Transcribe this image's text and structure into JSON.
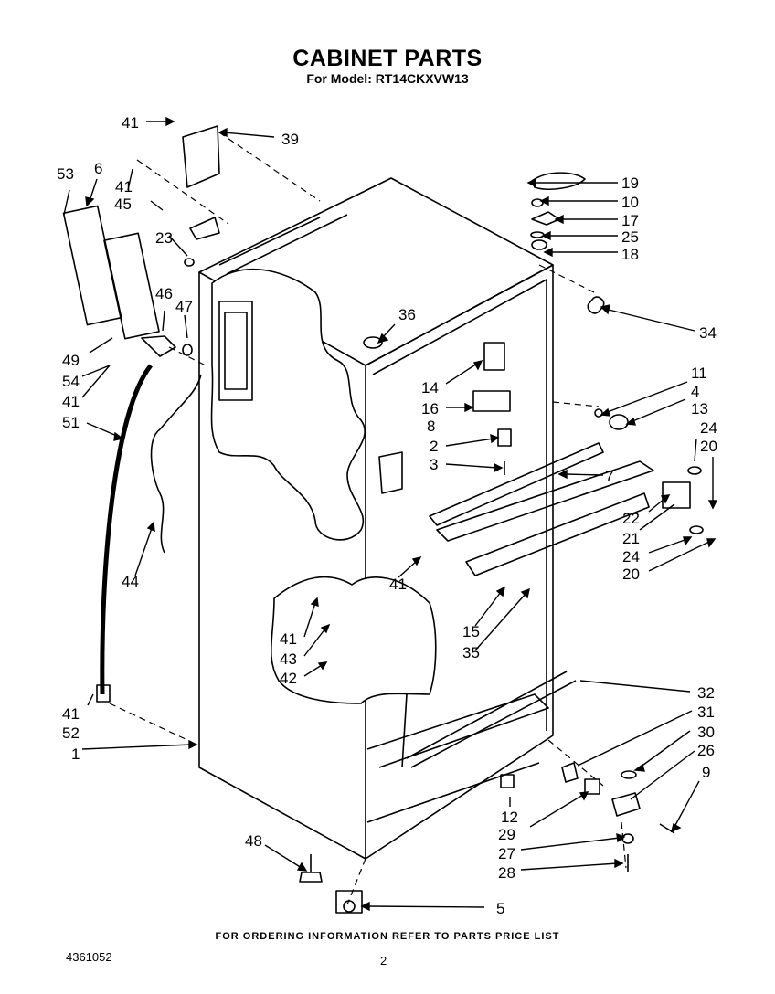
{
  "title": "CABINET PARTS",
  "subtitle": "For Model: RT14CKXVW13",
  "footer_note": "FOR ORDERING INFORMATION REFER TO PARTS PRICE LIST",
  "doc_number": "4361052",
  "page_number": "2",
  "callouts": [
    {
      "id": "c41a",
      "text": "41"
    },
    {
      "id": "c39",
      "text": "39"
    },
    {
      "id": "c53",
      "text": "53"
    },
    {
      "id": "c6",
      "text": "6"
    },
    {
      "id": "c41b",
      "text": "41"
    },
    {
      "id": "c45",
      "text": "45"
    },
    {
      "id": "c23",
      "text": "23"
    },
    {
      "id": "c46",
      "text": "46"
    },
    {
      "id": "c47",
      "text": "47"
    },
    {
      "id": "c49",
      "text": "49"
    },
    {
      "id": "c54",
      "text": "54"
    },
    {
      "id": "c41c",
      "text": "41"
    },
    {
      "id": "c51",
      "text": "51"
    },
    {
      "id": "c44",
      "text": "44"
    },
    {
      "id": "c41d",
      "text": "41"
    },
    {
      "id": "c52",
      "text": "52"
    },
    {
      "id": "c1",
      "text": "1"
    },
    {
      "id": "c48",
      "text": "48"
    },
    {
      "id": "c19",
      "text": "19"
    },
    {
      "id": "c10",
      "text": "10"
    },
    {
      "id": "c17",
      "text": "17"
    },
    {
      "id": "c25",
      "text": "25"
    },
    {
      "id": "c18",
      "text": "18"
    },
    {
      "id": "c34",
      "text": "34"
    },
    {
      "id": "c36",
      "text": "36"
    },
    {
      "id": "c14",
      "text": "14"
    },
    {
      "id": "c16",
      "text": "16"
    },
    {
      "id": "c8",
      "text": "8"
    },
    {
      "id": "c2",
      "text": "2"
    },
    {
      "id": "c3",
      "text": "3"
    },
    {
      "id": "c7",
      "text": "7"
    },
    {
      "id": "c11",
      "text": "11"
    },
    {
      "id": "c4",
      "text": "4"
    },
    {
      "id": "c13",
      "text": "13"
    },
    {
      "id": "c24a",
      "text": "24"
    },
    {
      "id": "c20a",
      "text": "20"
    },
    {
      "id": "c22",
      "text": "22"
    },
    {
      "id": "c21",
      "text": "21"
    },
    {
      "id": "c24b",
      "text": "24"
    },
    {
      "id": "c20b",
      "text": "20"
    },
    {
      "id": "c41e",
      "text": "41"
    },
    {
      "id": "c15",
      "text": "15"
    },
    {
      "id": "c35",
      "text": "35"
    },
    {
      "id": "c41f",
      "text": "41"
    },
    {
      "id": "c43",
      "text": "43"
    },
    {
      "id": "c42",
      "text": "42"
    },
    {
      "id": "c32",
      "text": "32"
    },
    {
      "id": "c31",
      "text": "31"
    },
    {
      "id": "c30",
      "text": "30"
    },
    {
      "id": "c26",
      "text": "26"
    },
    {
      "id": "c9",
      "text": "9"
    },
    {
      "id": "c12",
      "text": "12"
    },
    {
      "id": "c29",
      "text": "29"
    },
    {
      "id": "c27",
      "text": "27"
    },
    {
      "id": "c28",
      "text": "28"
    },
    {
      "id": "c5",
      "text": "5"
    }
  ]
}
